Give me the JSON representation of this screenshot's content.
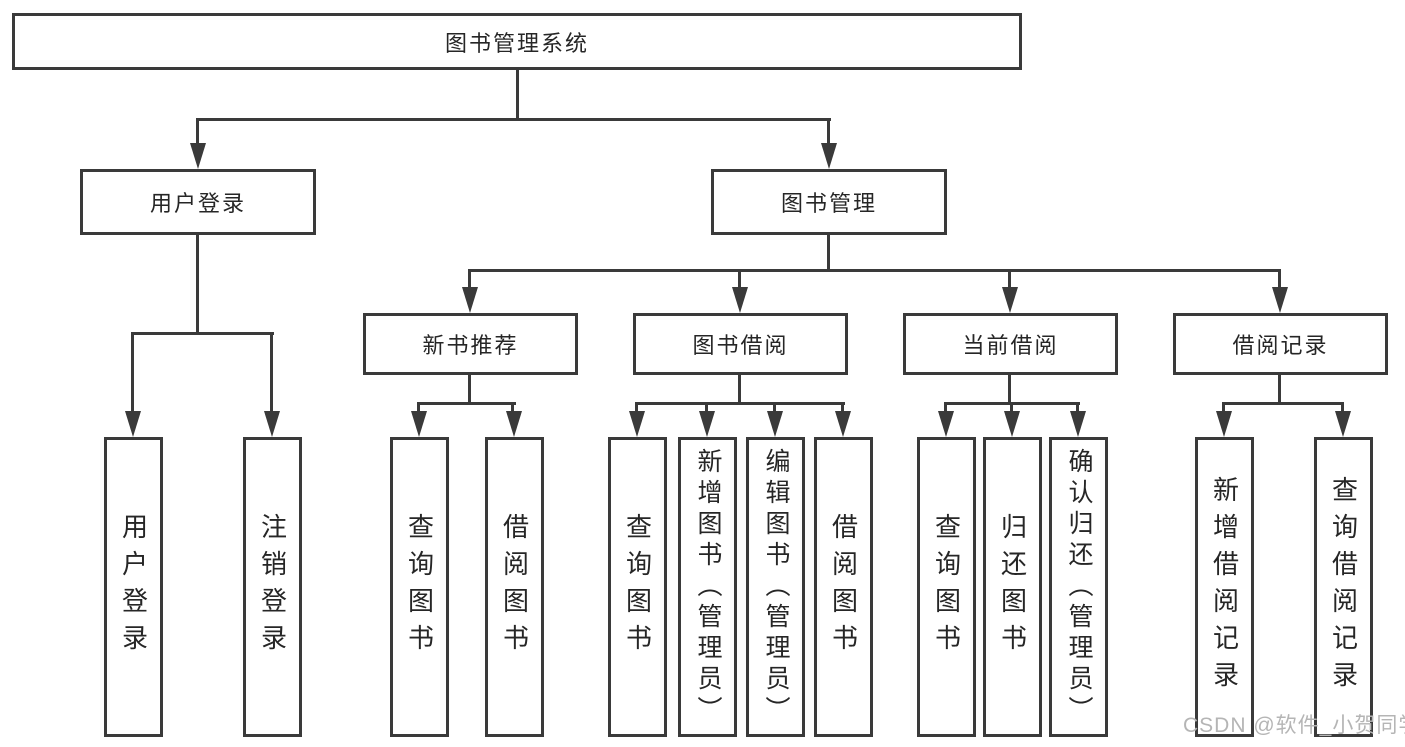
{
  "tree": {
    "root": {
      "label": "图书管理系统",
      "children": [
        {
          "label": "用户登录",
          "children": [
            {
              "label": "用户登录"
            },
            {
              "label": "注销登录"
            }
          ]
        },
        {
          "label": "图书管理",
          "children": [
            {
              "label": "新书推荐",
              "children": [
                {
                  "label": "查询图书"
                },
                {
                  "label": "借阅图书"
                }
              ]
            },
            {
              "label": "图书借阅",
              "children": [
                {
                  "label": "查询图书"
                },
                {
                  "label": "新增图书（管理员）"
                },
                {
                  "label": "编辑图书（管理员）"
                },
                {
                  "label": "借阅图书"
                }
              ]
            },
            {
              "label": "当前借阅",
              "children": [
                {
                  "label": "查询图书"
                },
                {
                  "label": "归还图书"
                },
                {
                  "label": "确认归还（管理员）"
                }
              ]
            },
            {
              "label": "借阅记录",
              "children": [
                {
                  "label": "新增借阅记录"
                },
                {
                  "label": "查询借阅记录"
                }
              ]
            }
          ]
        }
      ]
    }
  },
  "watermark": {
    "text": "CSDN @软件_小贺同学"
  },
  "colors": {
    "line": "#3a3a3a",
    "text": "#262626",
    "watermark": "#b5b5b5",
    "background": "#ffffff"
  }
}
